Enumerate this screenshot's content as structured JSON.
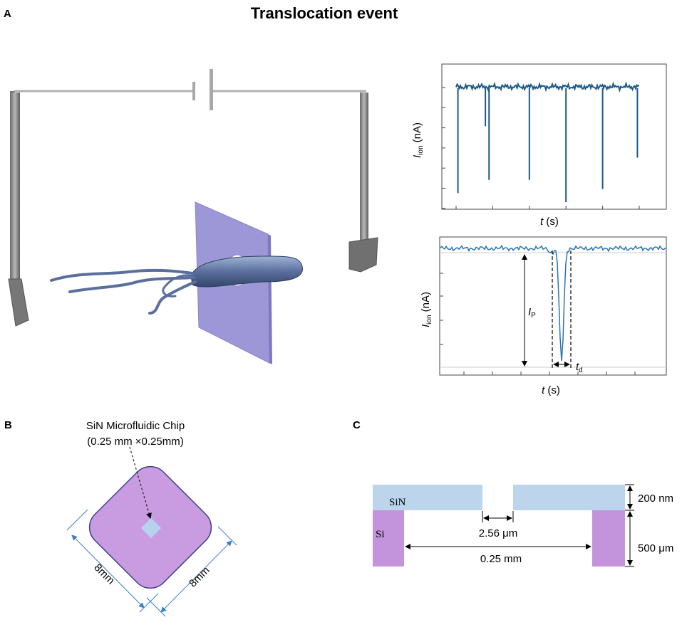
{
  "title": "Translocation event",
  "panels": {
    "a": "A",
    "b": "B",
    "c": "C"
  },
  "top_trace": {
    "ylabel_main": "I",
    "ylabel_sub": "ion",
    "ylabel_unit": " (nA)",
    "xlabel_var": "t",
    "xlabel_unit": " (s)",
    "events": [
      {
        "t": 0.01,
        "depth": 0.8
      },
      {
        "t": 0.16,
        "depth": 0.29
      },
      {
        "t": 0.18,
        "depth": 0.7
      },
      {
        "t": 0.4,
        "depth": 0.7
      },
      {
        "t": 0.6,
        "depth": 0.87
      },
      {
        "t": 0.8,
        "depth": 0.77
      },
      {
        "t": 0.99,
        "depth": 0.53
      }
    ]
  },
  "zoom_trace": {
    "ylabel_main": "I",
    "ylabel_sub": "ion",
    "ylabel_unit": " (nA)",
    "xlabel_var": "t",
    "xlabel_unit": " (s)",
    "ip_main": "I",
    "ip_sub": "P",
    "td_main": "t",
    "td_sub": "d"
  },
  "chip": {
    "label_line1": "SiN Microfluidic Chip",
    "label_line2": "(0.25 mm ×0.25mm)",
    "side_left": "8mm",
    "side_right": "8mm",
    "color_body": "#c99be0",
    "color_window": "#b5d3ee"
  },
  "cross_section": {
    "sin_label": "SiN",
    "si_label": "Si",
    "gap_label": "2.56 μm",
    "span_label": "0.25 mm",
    "sin_thickness": "200 nm",
    "si_thickness": "500 μm",
    "color_sin": "#bcd5ec",
    "color_si": "#c393dc"
  },
  "colors": {
    "trace": "#1a5a8a",
    "membrane": "#9d97d8",
    "bacterium": "#5a6f9c"
  }
}
